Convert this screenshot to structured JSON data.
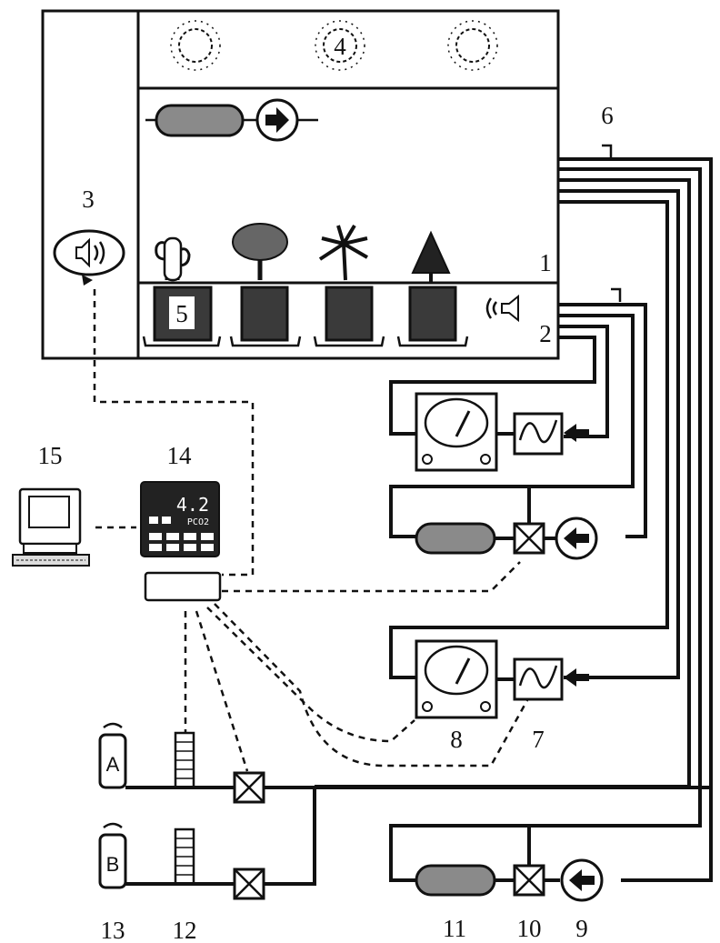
{
  "labels": {
    "chamber": "1",
    "root_zone": "2",
    "sound_unit": "3",
    "lamp": "4",
    "pot": "5",
    "lines": "6",
    "filter": "7",
    "analyzer": "8",
    "pump": "9",
    "valve": "10",
    "scrubber": "11",
    "flowmeter": "12",
    "gas_cylinder": "13",
    "controller": "14",
    "computer": "15",
    "cylinder_a": "A",
    "cylinder_b": "B",
    "display_value": "4.2",
    "display_text": "PCO2"
  }
}
